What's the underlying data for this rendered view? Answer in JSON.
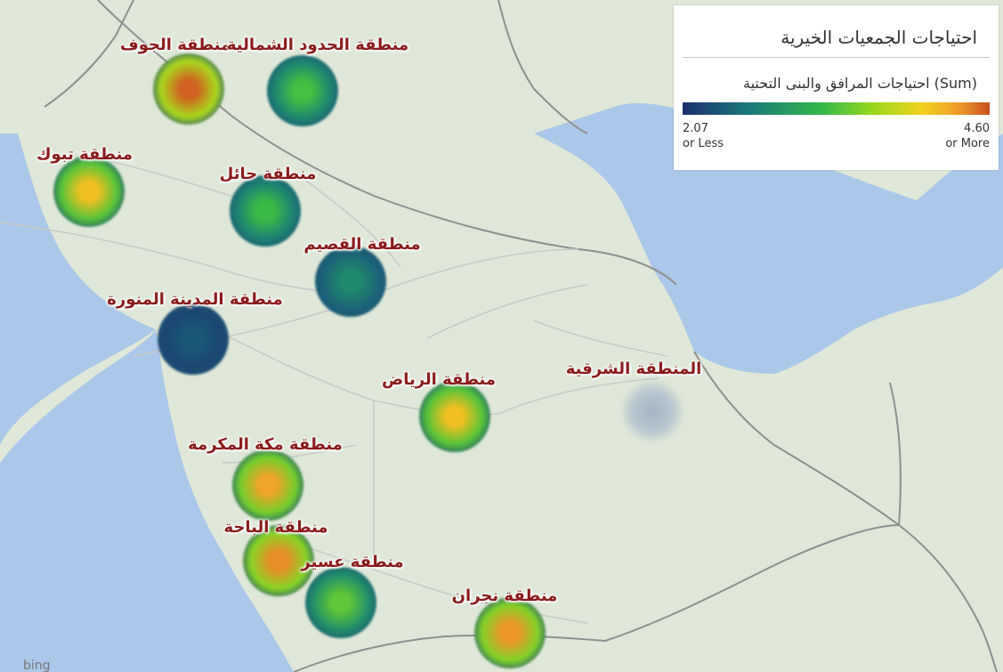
{
  "legend": {
    "title": "احتياجات الجمعيات الخيرية",
    "measure": "(Sum) احتياجات المرافق والبنى التحتية",
    "min_value": "2.07",
    "min_note": "or Less",
    "max_value": "4.60",
    "max_note": "or More"
  },
  "colors": {
    "scale": [
      "#1d2f6f",
      "#1a7a7a",
      "#2fb84a",
      "#9ad81e",
      "#f2d21a",
      "#f09a2b",
      "#c8501e"
    ],
    "label": "#8b1a1a",
    "water": "#aac8ea",
    "land": "#dfe8d8"
  },
  "regions": [
    {
      "name": "منطقة الجوف",
      "level": 4.5
    },
    {
      "name": "منطقة الحدود الشمالية",
      "level": 3.0
    },
    {
      "name": "منطقة تبوك",
      "level": 3.9
    },
    {
      "name": "منطقة حائل",
      "level": 2.95
    },
    {
      "name": "منطقة القصيم",
      "level": 2.6
    },
    {
      "name": "منطقة المدينة المنورة",
      "level": 2.3
    },
    {
      "name": "منطقة الرياض",
      "level": 3.9
    },
    {
      "name": "المنطقة الشرقية",
      "level": 2.07,
      "faded": true
    },
    {
      "name": "منطقة مكة المكرمة",
      "level": 4.1
    },
    {
      "name": "منطقة الباحة",
      "level": 4.25
    },
    {
      "name": "منطقة عسير",
      "level": 3.1
    },
    {
      "name": "منطقة نجران",
      "level": 4.2
    }
  ],
  "attribution": "bing"
}
